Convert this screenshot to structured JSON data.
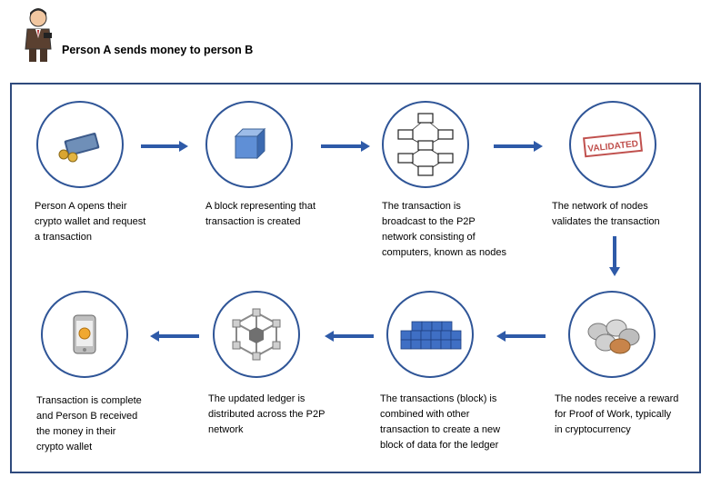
{
  "header": {
    "title": "Person A sends money to person B"
  },
  "steps": [
    {
      "icon": "wallet-icon",
      "caption": "Person A opens their\ncrypto wallet and request\na transaction"
    },
    {
      "icon": "block-icon",
      "caption": "A block representing that\ntransaction is created"
    },
    {
      "icon": "network-icon",
      "caption": "The transaction is\nbroadcast to the P2P\nnetwork consisting of\ncomputers, known as nodes"
    },
    {
      "icon": "validated-stamp-icon",
      "caption": "The network of nodes\nvalidates the transaction",
      "stamp": "VALIDATED"
    },
    {
      "icon": "coins-icon",
      "caption": "The nodes receive a reward\nfor Proof of Work, typically\nin cryptocurrency"
    },
    {
      "icon": "blocks-chain-icon",
      "caption": "The transactions (block) is\ncombined with other\ntransaction to create a new\nblock of data for the ledger"
    },
    {
      "icon": "ledger-cube-icon",
      "caption": "The updated ledger is\ndistributed across the P2P\nnetwork"
    },
    {
      "icon": "phone-bitcoin-icon",
      "caption": "Transaction is complete\nand Person B received\nthe money in their\ncrypto wallet"
    }
  ],
  "colors": {
    "frame": "#2f4a7d",
    "circle_border": "#2f5597",
    "arrow": "#2e5aa8",
    "stamp": "#c0504d"
  }
}
